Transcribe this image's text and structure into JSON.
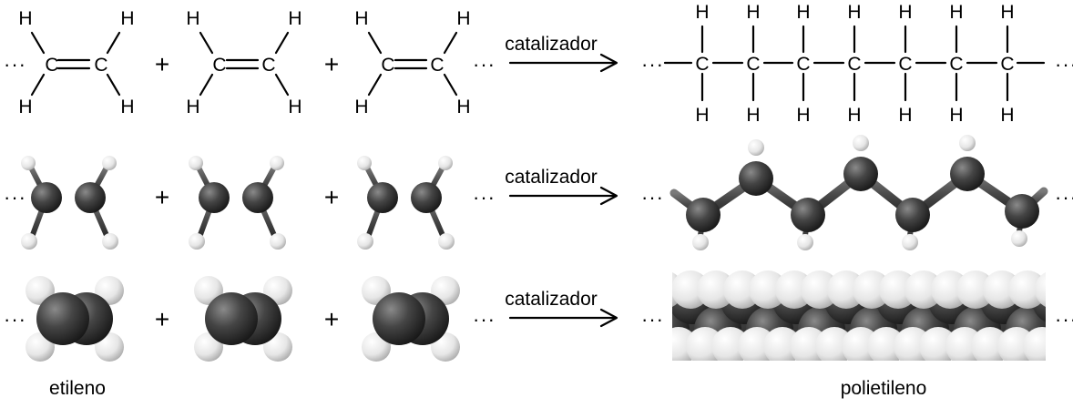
{
  "atoms": {
    "hydrogen": "H",
    "carbon": "C"
  },
  "operator": "+",
  "continuation": "···",
  "arrow_label": "catalizador",
  "reactant_name": "etileno",
  "product_name": "polietileno",
  "colors": {
    "carbon": "#3c3c3c",
    "hydrogen": "#f0f0f0",
    "bond_stick": "#555555",
    "line": "#000000"
  }
}
